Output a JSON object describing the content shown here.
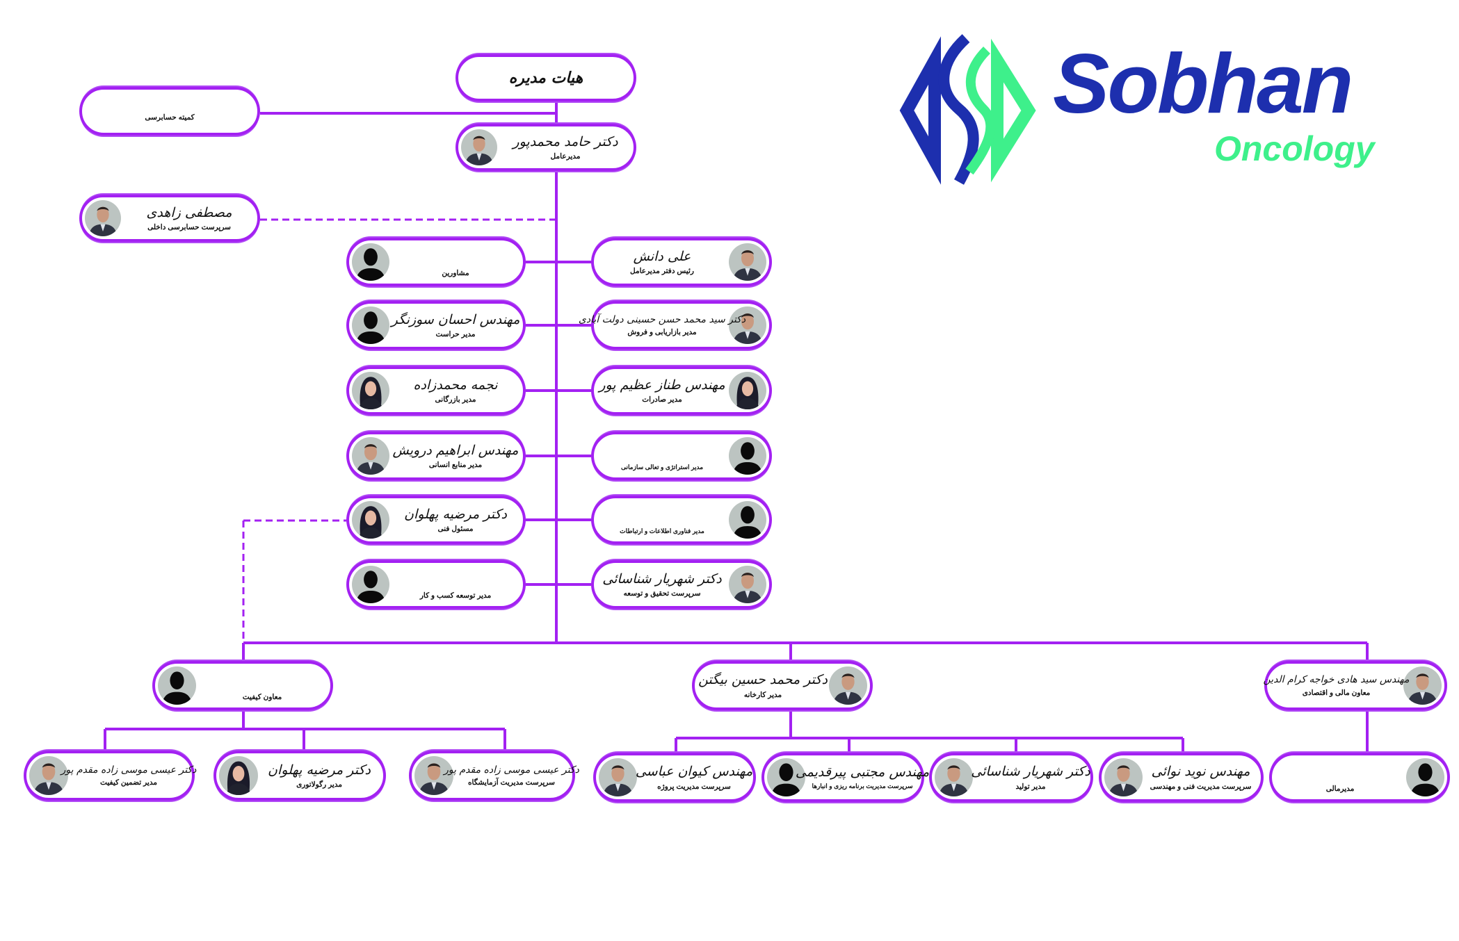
{
  "logo": {
    "brand": "Sobhan",
    "sub": "Oncology",
    "blue": "#1d2fae",
    "green": "#3ef08b"
  },
  "colors": {
    "line": "#a321f2",
    "photo_bg": "#bcc4c1"
  },
  "cards": [
    {
      "id": "board",
      "name": "هیات مدیره",
      "title": "",
      "photo": "none"
    },
    {
      "id": "audit-committee",
      "name": "",
      "title": "کمیته حسابرسی",
      "photo": "none"
    },
    {
      "id": "ceo",
      "name": "دکتر حامد محمدپور",
      "title": "مدیرعامل",
      "photo": "person"
    },
    {
      "id": "internal-audit",
      "name": "مصطفی زاهدی",
      "title": "سرپرست حسابرسی داخلی",
      "photo": "person"
    },
    {
      "id": "advisors",
      "name": "",
      "title": "مشاورین",
      "photo": "silhouette"
    },
    {
      "id": "ceo-office",
      "name": "علی دانش",
      "title": "رئیس دفتر مدیرعامل",
      "photo": "person"
    },
    {
      "id": "security",
      "name": "مهندس احسان سوزنگر",
      "title": "مدیر حراست",
      "photo": "silhouette"
    },
    {
      "id": "marketing",
      "name": "دکتر سید محمد حسن حسینی دولت آبادی",
      "title": "مدیر بازاریابی و فروش",
      "photo": "person"
    },
    {
      "id": "commerce",
      "name": "نجمه محمدزاده",
      "title": "مدیر بازرگانی",
      "photo": "woman"
    },
    {
      "id": "export",
      "name": "مهندس طناز عظیم پور",
      "title": "مدیر صادرات",
      "photo": "woman"
    },
    {
      "id": "hr",
      "name": "مهندس ابراهیم درویش",
      "title": "مدیر منابع انسانی",
      "photo": "person"
    },
    {
      "id": "strategy",
      "name": "",
      "title": "مدیر استراتژی و تعالی سازمانی",
      "photo": "silhouette"
    },
    {
      "id": "technical",
      "name": "دکتر مرضیه پهلوان",
      "title": "مسئول فنی",
      "photo": "woman"
    },
    {
      "id": "it",
      "name": "",
      "title": "مدیر فناوری اطلاعات و ارتباطات",
      "photo": "silhouette"
    },
    {
      "id": "bizdev",
      "name": "",
      "title": "مدیر توسعه کسب و کار",
      "photo": "silhouette"
    },
    {
      "id": "rnd",
      "name": "دکتر شهریار شناسائی",
      "title": "سرپرست تحقیق و توسعه",
      "photo": "person"
    },
    {
      "id": "quality-deputy",
      "name": "",
      "title": "معاون کیفیت",
      "photo": "silhouette"
    },
    {
      "id": "factory",
      "name": "دکتر محمد حسین بیگتن",
      "title": "مدیر کارخانه",
      "photo": "person"
    },
    {
      "id": "finance-deputy",
      "name": "مهندس سید هادی خواجه کرام الدین",
      "title": "معاون مالی و اقتصادی",
      "photo": "person"
    },
    {
      "id": "qa",
      "name": "دکتر عیسی موسی زاده مقدم پور",
      "title": "مدیر تضمین کیفیت",
      "photo": "person"
    },
    {
      "id": "regulatory",
      "name": "دکتر مرضیه پهلوان",
      "title": "مدیر رگولاتوری",
      "photo": "woman"
    },
    {
      "id": "lab",
      "name": "دکتر عیسی موسی زاده مقدم پور",
      "title": "سرپرست مدیریت آزمایشگاه",
      "photo": "person"
    },
    {
      "id": "project",
      "name": "مهندس کیوان عباسی",
      "title": "سرپرست مدیریت پروژه",
      "photo": "person"
    },
    {
      "id": "planning",
      "name": "مهندس مجتبی پیرقدیمی",
      "title": "سرپرست مدیریت برنامه ریزی و انبارها",
      "photo": "silhouette"
    },
    {
      "id": "production",
      "name": "دکتر شهریار شناسائی",
      "title": "مدیر تولید",
      "photo": "person"
    },
    {
      "id": "engineering",
      "name": "مهندس نوید نوائی",
      "title": "سرپرست مدیریت فنی و مهندسی",
      "photo": "person"
    },
    {
      "id": "finance-manager",
      "name": "",
      "title": "مدیرمالی",
      "photo": "silhouette"
    }
  ]
}
